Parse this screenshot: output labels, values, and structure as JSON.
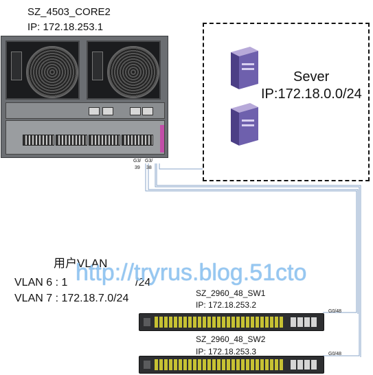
{
  "core": {
    "name": "SZ_4503_CORE2",
    "ip": "IP:  172.18.253.1",
    "ports": [
      "G3/",
      "G3/",
      "39",
      "38"
    ]
  },
  "server": {
    "name": "Sever",
    "ip": "IP:172.18.0.0/24"
  },
  "vlan": {
    "title": "用户VLAN",
    "v6": "VLAN 6 :  1",
    "v6b": "/24",
    "v7": "VLAN 7 :  172.18.7.0/24"
  },
  "sw1": {
    "name": "SZ_2960_48_SW1",
    "ip": "IP:   172.18.253.2",
    "port": "G0/48"
  },
  "sw2": {
    "name": "SZ_2960_48_SW2",
    "ip": "IP:   172.18.253.3",
    "port": "G0/48"
  },
  "watermark": "http://tryrus.blog.51cto"
}
